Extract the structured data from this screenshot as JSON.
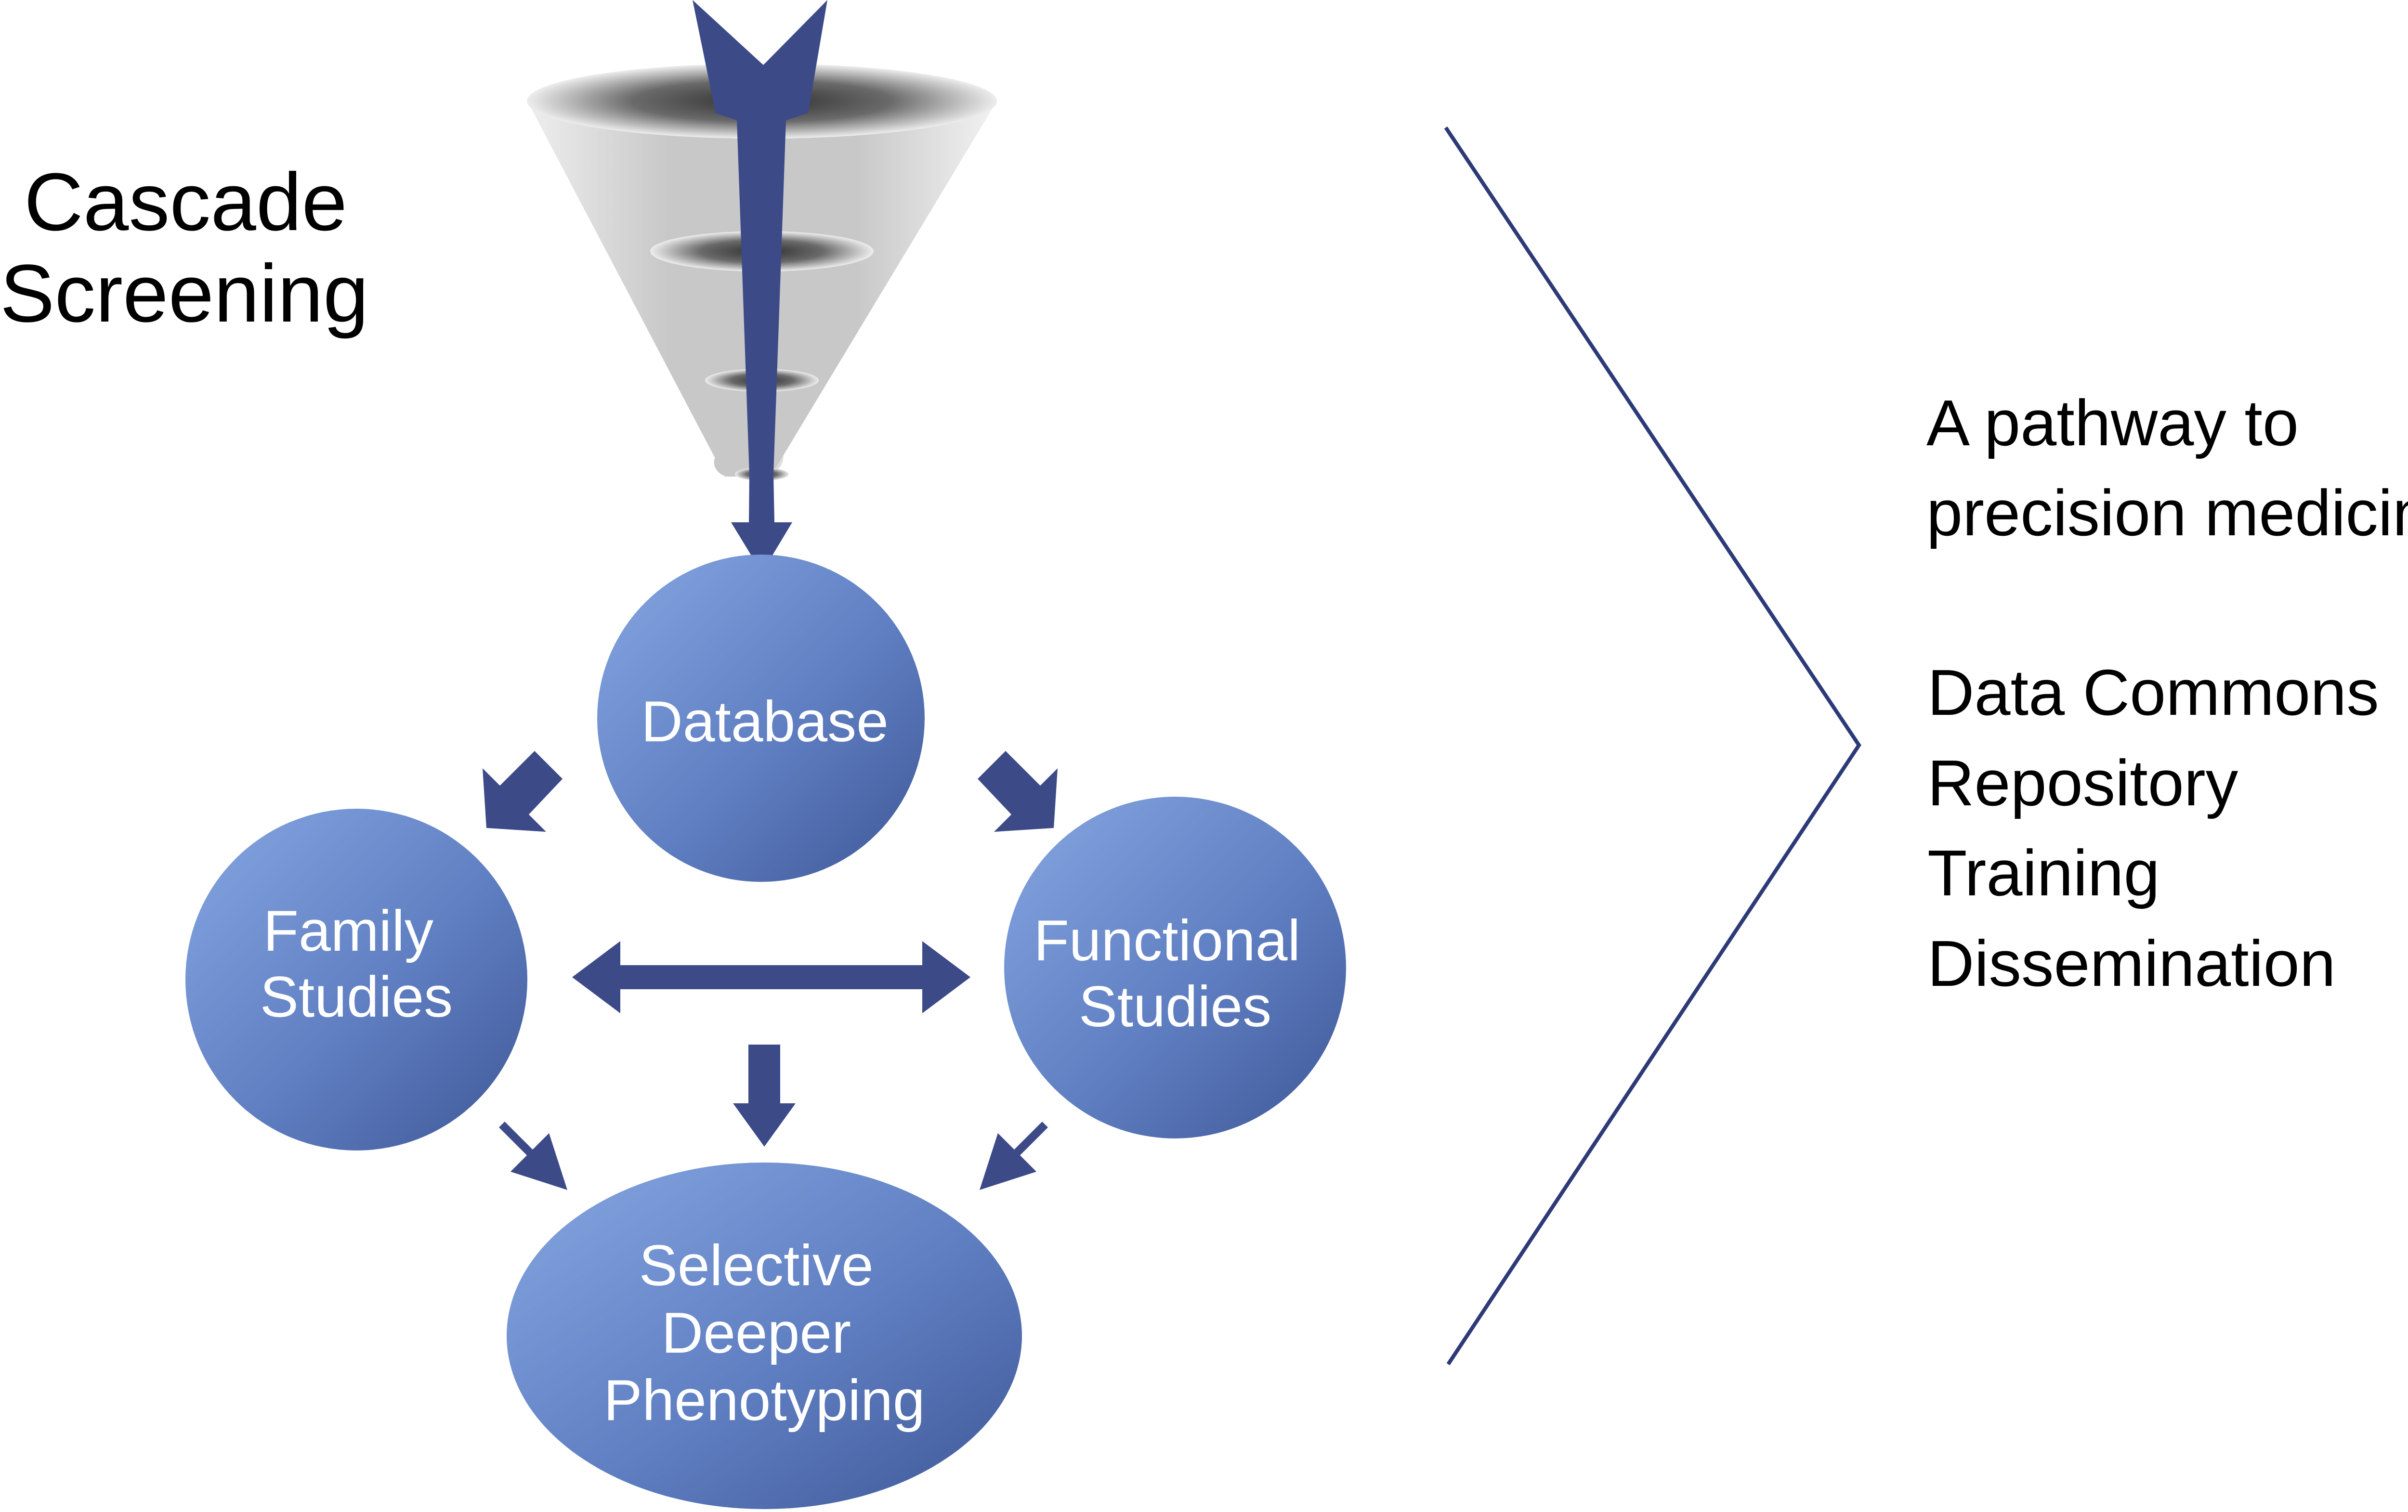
{
  "title_lines": [
    "Cascade",
    "Screening"
  ],
  "nodes": {
    "database": [
      "Database"
    ],
    "family": [
      "Family",
      "Studies"
    ],
    "functional": [
      "Functional",
      "Studies"
    ],
    "phenotyping": [
      "Selective",
      "Deeper",
      "Phenotyping"
    ]
  },
  "right_panel": {
    "heading_lines": [
      "A pathway to",
      "precision medicine"
    ],
    "items": [
      "Data Commons",
      "Repository",
      "Training",
      "Dissemination"
    ]
  },
  "colors": {
    "arrow": "#3c4a88",
    "circle_light": "#7d9fde",
    "circle_dark": "#3f5796",
    "bracket": "#2d3a78",
    "funnel_light": "#d4d4d4",
    "funnel_dark": "#4e4e4e"
  }
}
